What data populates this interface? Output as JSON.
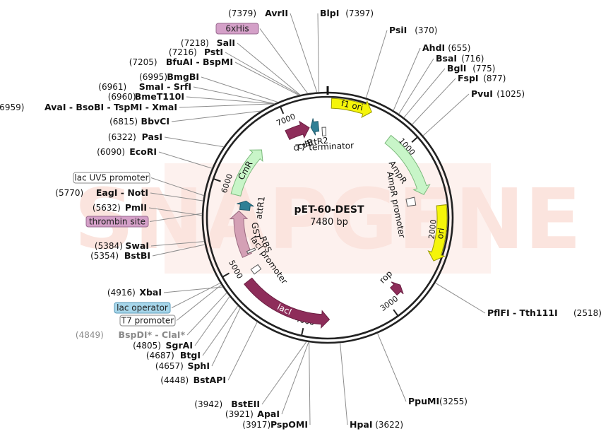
{
  "plasmid": {
    "name": "pET-60-DEST",
    "length_label": "7480 bp",
    "length": 7480
  },
  "watermark": "SNAPGENE",
  "colors": {
    "backbone": "#222222",
    "magenta": "#8e2d5a",
    "pink": "#d4a0b5",
    "teal": "#2f7f95",
    "yellow": "#f5f50a",
    "green": "#c8f5c8",
    "green_stroke": "#7dba7d",
    "blue_box": "#a6d6ea",
    "pink_box": "#d4a0c8"
  },
  "ticks": [
    {
      "pos": 1000,
      "label": "1000"
    },
    {
      "pos": 2000,
      "label": "2000"
    },
    {
      "pos": 3000,
      "label": "3000"
    },
    {
      "pos": 4000,
      "label": "4000"
    },
    {
      "pos": 5000,
      "label": "5000"
    },
    {
      "pos": 6000,
      "label": "6000"
    },
    {
      "pos": 7000,
      "label": "7000"
    }
  ],
  "features": [
    {
      "name": "f1 ori",
      "type": "arrow",
      "start": 40,
      "end": 470,
      "color": "#f5f50a",
      "stroke": "#999900",
      "label": "f1 ori",
      "label_pos": "inside",
      "lr": 162
    },
    {
      "name": "AmpR",
      "type": "arrow",
      "start": 780,
      "end": 1590,
      "color": "#c8f5c8",
      "stroke": "#7dba7d",
      "label": "AmpR",
      "label_pos": "inner",
      "lr": 140
    },
    {
      "name": "AmpR promoter",
      "type": "box",
      "start": 1595,
      "end": 1700,
      "color": "#ffffff",
      "stroke": "#555555",
      "label": "AmpR promoter",
      "label_pos": "inner",
      "lr": 120
    },
    {
      "name": "ori",
      "type": "arrow",
      "start": 1740,
      "end": 2330,
      "color": "#f5f50a",
      "stroke": "#999900",
      "label": "ori",
      "label_pos": "inside",
      "lr": 162
    },
    {
      "name": "rop",
      "type": "arrow",
      "start": 2870,
      "end": 2760,
      "color": "#8e2d5a",
      "stroke": "#6a1f42",
      "label": "rop",
      "label_pos": "inner",
      "lr": 140
    },
    {
      "name": "lacI",
      "type": "arrow",
      "start": 4810,
      "end": 3720,
      "color": "#8e2d5a",
      "stroke": "#6a1f42",
      "label": "lacI",
      "label_pos": "inside",
      "lr": 144
    },
    {
      "name": "lacI promoter",
      "type": "box",
      "start": 4830,
      "end": 4905,
      "color": "#ffffff",
      "stroke": "#555555",
      "label": "lacI promoter",
      "label_pos": "inner",
      "lr": 125
    },
    {
      "name": "GST",
      "type": "arrow",
      "start": 5090,
      "end": 5700,
      "color": "#d4a0b5",
      "stroke": "#9a6a80",
      "label": "GST",
      "label_pos": "inner",
      "lr": 126
    },
    {
      "name": "RBS",
      "type": "box",
      "start": 5110,
      "end": 5140,
      "color": "#ffffff",
      "stroke": "#555555",
      "label": "RBS",
      "label_pos": "inner",
      "lr": 118
    },
    {
      "name": "attR1",
      "type": "arrow",
      "start": 5720,
      "end": 5850,
      "color": "#2f7f95",
      "stroke": "#1f5a6b",
      "label": "attR1",
      "label_pos": "inner",
      "lr": 118
    },
    {
      "name": "CmR",
      "type": "arrow",
      "start": 5900,
      "end": 6560,
      "color": "#c8f5c8",
      "stroke": "#7dba7d",
      "label": "CmR",
      "label_pos": "inside",
      "lr": 134
    },
    {
      "name": "ccdB",
      "type": "arrow",
      "start": 6940,
      "end": 7240,
      "color": "#8e2d5a",
      "stroke": "#6a1f42",
      "label": "ccdB",
      "label_pos": "inner",
      "lr": 130
    },
    {
      "name": "attR2",
      "type": "arrow",
      "start": 7360,
      "end": 7260,
      "color": "#2f7f95",
      "stroke": "#1f5a6b",
      "label": "attR2",
      "label_pos": "inner",
      "lr": 130
    },
    {
      "name": "T7 terminator",
      "type": "box",
      "start": 7405,
      "end": 7455,
      "color": "#ffffff",
      "stroke": "#555555",
      "label": "T7 terminator",
      "label_pos": "inner",
      "lr": 122
    }
  ],
  "sites": [
    {
      "name": "AvrII",
      "pos": "(7379)",
      "bp": 7379,
      "side": "left",
      "grey": false
    },
    {
      "name": "BlpI",
      "pos": "(7397)",
      "bp": 7397,
      "side": "right",
      "grey": false
    },
    {
      "name": "PsiI",
      "pos": "(370)",
      "bp": 370,
      "side": "right",
      "grey": false
    },
    {
      "name": "AhdI",
      "pos": "(655)",
      "bp": 655,
      "side": "right",
      "grey": false
    },
    {
      "name": "BsaI",
      "pos": "(716)",
      "bp": 716,
      "side": "right",
      "grey": false
    },
    {
      "name": "BglI",
      "pos": "(775)",
      "bp": 775,
      "side": "right",
      "grey": false
    },
    {
      "name": "FspI",
      "pos": "(877)",
      "bp": 877,
      "side": "right",
      "grey": false
    },
    {
      "name": "PvuI",
      "pos": "(1025)",
      "bp": 1025,
      "side": "right",
      "grey": false
    },
    {
      "name": "PflFI - Tth111I",
      "pos": "(2518)",
      "bp": 2518,
      "side": "right",
      "grey": false
    },
    {
      "name": "PpuMI",
      "pos": "(3255)",
      "bp": 3255,
      "side": "right",
      "grey": false
    },
    {
      "name": "HpaI",
      "pos": "(3622)",
      "bp": 3622,
      "side": "right",
      "grey": false
    },
    {
      "name": "PspOMI",
      "pos": "(3917)",
      "bp": 3917,
      "side": "left",
      "grey": false
    },
    {
      "name": "ApaI",
      "pos": "(3921)",
      "bp": 3921,
      "side": "left",
      "grey": false
    },
    {
      "name": "BstEII",
      "pos": "(3942)",
      "bp": 3942,
      "side": "left",
      "grey": false
    },
    {
      "name": "BstAPI",
      "pos": "(4448)",
      "bp": 4448,
      "side": "left",
      "grey": false
    },
    {
      "name": "SphI",
      "pos": "(4657)",
      "bp": 4657,
      "side": "left",
      "grey": false
    },
    {
      "name": "BtgI",
      "pos": "(4687)",
      "bp": 4687,
      "side": "left",
      "grey": false
    },
    {
      "name": "SgrAI",
      "pos": "(4805)",
      "bp": 4805,
      "side": "left",
      "grey": false
    },
    {
      "name": "BspDI* - ClaI*",
      "pos": "(4849)",
      "bp": 4849,
      "side": "left",
      "grey": true
    },
    {
      "name": "XbaI",
      "pos": "(4916)",
      "bp": 4916,
      "side": "left",
      "grey": false
    },
    {
      "name": "BstBI",
      "pos": "(5354)",
      "bp": 5354,
      "side": "left",
      "grey": false
    },
    {
      "name": "SwaI",
      "pos": "(5384)",
      "bp": 5384,
      "side": "left",
      "grey": false
    },
    {
      "name": "PmlI",
      "pos": "(5632)",
      "bp": 5632,
      "side": "left",
      "grey": false
    },
    {
      "name": "EagI - NotI",
      "pos": "(5770)",
      "bp": 5770,
      "side": "left",
      "grey": false
    },
    {
      "name": "EcoRI",
      "pos": "(6090)",
      "bp": 6090,
      "side": "left",
      "grey": false
    },
    {
      "name": "PasI",
      "pos": "(6322)",
      "bp": 6322,
      "side": "left",
      "grey": false
    },
    {
      "name": "BbvCI",
      "pos": "(6815)",
      "bp": 6815,
      "side": "left",
      "grey": false
    },
    {
      "name": "AvaI - BsoBI - TspMI - XmaI",
      "pos": "(6959)",
      "bp": 6959,
      "side": "left",
      "grey": false
    },
    {
      "name": "BmeT110I",
      "pos": "(6960)",
      "bp": 6960,
      "side": "left",
      "grey": false
    },
    {
      "name": "SmaI - SrfI",
      "pos": "(6961)",
      "bp": 6961,
      "side": "left",
      "grey": false
    },
    {
      "name": "BmgBI",
      "pos": "(6995)",
      "bp": 6995,
      "side": "left",
      "grey": false
    },
    {
      "name": "BfuAI - BspMI",
      "pos": "(7205)",
      "bp": 7205,
      "side": "left",
      "grey": false
    },
    {
      "name": "PstI",
      "pos": "(7216)",
      "bp": 7216,
      "side": "left",
      "grey": false
    },
    {
      "name": "SalI",
      "pos": "(7218)",
      "bp": 7218,
      "side": "left",
      "grey": false
    }
  ],
  "boxed_labels": [
    {
      "text": "6xHis",
      "fill": "#d4a0c8",
      "stroke": "#9a6a90",
      "bp": 7290
    },
    {
      "text": "lac UV5 promoter",
      "fill": "#ffffff",
      "stroke": "#888888",
      "bp": 5820
    },
    {
      "text": "thrombin site",
      "fill": "#d4a0c8",
      "stroke": "#9a6a90",
      "bp": 5650
    },
    {
      "text": "lac operator",
      "fill": "#a6d6ea",
      "stroke": "#5a9ab8",
      "bp": 4960
    },
    {
      "text": "T7 promoter",
      "fill": "#ffffff",
      "stroke": "#888888",
      "bp": 4940
    }
  ]
}
